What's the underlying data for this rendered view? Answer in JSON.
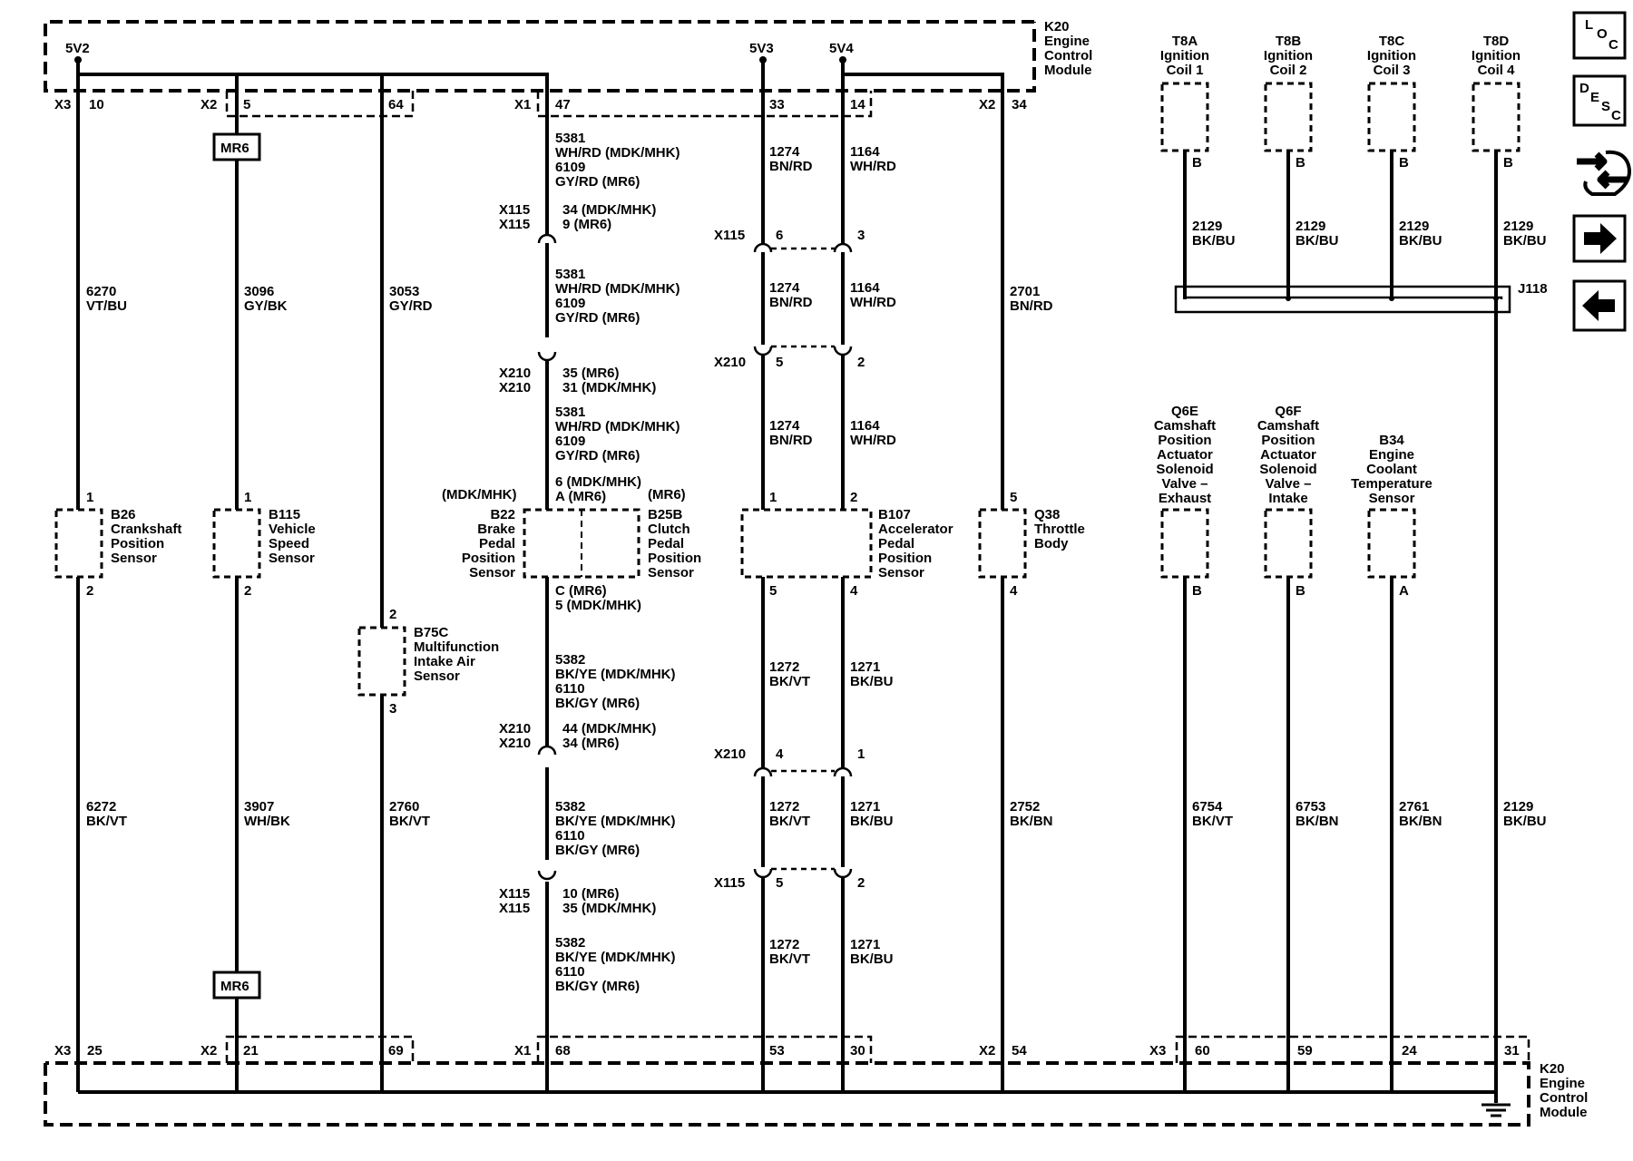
{
  "module": {
    "top": [
      "K20",
      "Engine",
      "Control",
      "Module"
    ],
    "bottom": [
      "K20",
      "Engine",
      "Control",
      "Module"
    ]
  },
  "supplies": {
    "s1": "5V2",
    "s2": "5V3",
    "s3": "5V4"
  },
  "top_pins": {
    "x3": "X3",
    "p10": "10",
    "x2a": "X2",
    "p5": "5",
    "p64": "64",
    "x1": "X1",
    "p47": "47",
    "p33": "33",
    "p14": "14",
    "x2b": "X2",
    "p34": "34"
  },
  "bottom_pins": {
    "x3": "X3",
    "p25": "25",
    "x2a": "X2",
    "p21": "21",
    "p69": "69",
    "x1": "X1",
    "p68": "68",
    "p53": "53",
    "p30": "30",
    "x2b": "X2",
    "p54": "54",
    "x3b": "X3",
    "p60": "60",
    "p59": "59",
    "p24": "24",
    "p31": "31"
  },
  "option": "MR6",
  "crank": {
    "wire_top": [
      "6270",
      "VT/BU"
    ],
    "pin_top": "1",
    "label": [
      "B26",
      "Crankshaft",
      "Position",
      "Sensor"
    ],
    "pin_bot": "2",
    "wire_bot": [
      "6272",
      "BK/VT"
    ]
  },
  "vss": {
    "wire_top": [
      "3096",
      "GY/BK"
    ],
    "pin_top": "1",
    "label": [
      "B115",
      "Vehicle",
      "Speed",
      "Sensor"
    ],
    "pin_bot": "2",
    "wire_bot": [
      "3907",
      "WH/BK"
    ]
  },
  "maf": {
    "wire_top": [
      "3053",
      "GY/RD"
    ],
    "pin_top": "2",
    "label": [
      "B75C",
      "Multifunction",
      "Intake Air",
      "Sensor"
    ],
    "pin_bot": "3",
    "wire_bot": [
      "2760",
      "BK/VT"
    ]
  },
  "brake": {
    "w1": [
      "5381",
      "WH/RD (MDK/MHK)",
      "6109",
      "GY/RD (MR6)"
    ],
    "c1": [
      "X115",
      "X115"
    ],
    "c1p": [
      "34 (MDK/MHK)",
      "9 (MR6)"
    ],
    "w2": [
      "5381",
      "WH/RD (MDK/MHK)",
      "6109",
      "GY/RD (MR6)"
    ],
    "c2": [
      "X210",
      "X210"
    ],
    "c2p": [
      "35 (MR6)",
      "31 (MDK/MHK)"
    ],
    "w3": [
      "5381",
      "WH/RD (MDK/MHK)",
      "6109",
      "GY/RD (MR6)"
    ],
    "pin_top": [
      "6 (MDK/MHK)",
      "A (MR6)"
    ],
    "opt_left": "(MDK/MHK)",
    "opt_right": "(MR6)",
    "label_left": [
      "B22",
      "Brake",
      "Pedal",
      "Position",
      "Sensor"
    ],
    "label_right": [
      "B25B",
      "Clutch",
      "Pedal",
      "Position",
      "Sensor"
    ],
    "pin_bot": [
      "C (MR6)",
      "5 (MDK/MHK)"
    ],
    "w4": [
      "5382",
      "BK/YE (MDK/MHK)",
      "6110",
      "BK/GY (MR6)"
    ],
    "c3": [
      "X210",
      "X210"
    ],
    "c3p": [
      "44 (MDK/MHK)",
      "34 (MR6)"
    ],
    "w5": [
      "5382",
      "BK/YE (MDK/MHK)",
      "6110",
      "BK/GY (MR6)"
    ],
    "c4": [
      "X115",
      "X115"
    ],
    "c4p": [
      "10 (MR6)",
      "35 (MDK/MHK)"
    ],
    "w6": [
      "5382",
      "BK/YE (MDK/MHK)",
      "6110",
      "BK/GY (MR6)"
    ]
  },
  "app": {
    "a_w1": [
      "1274",
      "BN/RD"
    ],
    "b_w1": [
      "1164",
      "WH/RD"
    ],
    "c1": "X115",
    "c1a": "6",
    "c1b": "3",
    "a_w2": [
      "1274",
      "BN/RD"
    ],
    "b_w2": [
      "1164",
      "WH/RD"
    ],
    "c2": "X210",
    "c2a": "5",
    "c2b": "2",
    "a_w3": [
      "1274",
      "BN/RD"
    ],
    "b_w3": [
      "1164",
      "WH/RD"
    ],
    "pin_t1": "1",
    "pin_t2": "2",
    "label": [
      "B107",
      "Accelerator",
      "Pedal",
      "Position",
      "Sensor"
    ],
    "pin_b1": "5",
    "pin_b2": "4",
    "a_w4": [
      "1272",
      "BK/VT"
    ],
    "b_w4": [
      "1271",
      "BK/BU"
    ],
    "c3": "X210",
    "c3a": "4",
    "c3b": "1",
    "a_w5": [
      "1272",
      "BK/VT"
    ],
    "b_w5": [
      "1271",
      "BK/BU"
    ],
    "c4": "X115",
    "c4a": "5",
    "c4b": "2",
    "a_w6": [
      "1272",
      "BK/VT"
    ],
    "b_w6": [
      "1271",
      "BK/BU"
    ]
  },
  "throttle": {
    "wire_top": [
      "2701",
      "BN/RD"
    ],
    "pin_top": "5",
    "label": [
      "Q38",
      "Throttle",
      "Body"
    ],
    "pin_bot": "4",
    "wire_bot": [
      "2752",
      "BK/BN"
    ]
  },
  "coils": [
    {
      "label": [
        "T8A",
        "Ignition",
        "Coil 1"
      ],
      "pin": "B",
      "wire": [
        "2129",
        "BK/BU"
      ]
    },
    {
      "label": [
        "T8B",
        "Ignition",
        "Coil 2"
      ],
      "pin": "B",
      "wire": [
        "2129",
        "BK/BU"
      ]
    },
    {
      "label": [
        "T8C",
        "Ignition",
        "Coil 3"
      ],
      "pin": "B",
      "wire": [
        "2129",
        "BK/BU"
      ]
    },
    {
      "label": [
        "T8D",
        "Ignition",
        "Coil 4"
      ],
      "pin": "B",
      "wire": [
        "2129",
        "BK/BU"
      ]
    }
  ],
  "splice": "J118",
  "ground_wire": [
    "2129",
    "BK/BU"
  ],
  "q6e": {
    "label": [
      "Q6E",
      "Camshaft",
      "Position",
      "Actuator",
      "Solenoid",
      "Valve –",
      "Exhaust"
    ],
    "pin": "B",
    "wire": [
      "6754",
      "BK/VT"
    ]
  },
  "q6f": {
    "label": [
      "Q6F",
      "Camshaft",
      "Position",
      "Actuator",
      "Solenoid",
      "Valve –",
      "Intake"
    ],
    "pin": "B",
    "wire": [
      "6753",
      "BK/BN"
    ]
  },
  "b34": {
    "label": [
      "B34",
      "Engine",
      "Coolant",
      "Temperature",
      "Sensor"
    ],
    "pin": "A",
    "wire": [
      "2761",
      "BK/BN"
    ]
  },
  "nav": {
    "loc": [
      "L",
      "O",
      "C"
    ],
    "desc": [
      "D",
      "E",
      "S",
      "C"
    ],
    "icons": [
      "loc-icon",
      "desc-icon",
      "connector-icon",
      "next-arrow-icon",
      "back-arrow-icon"
    ]
  }
}
